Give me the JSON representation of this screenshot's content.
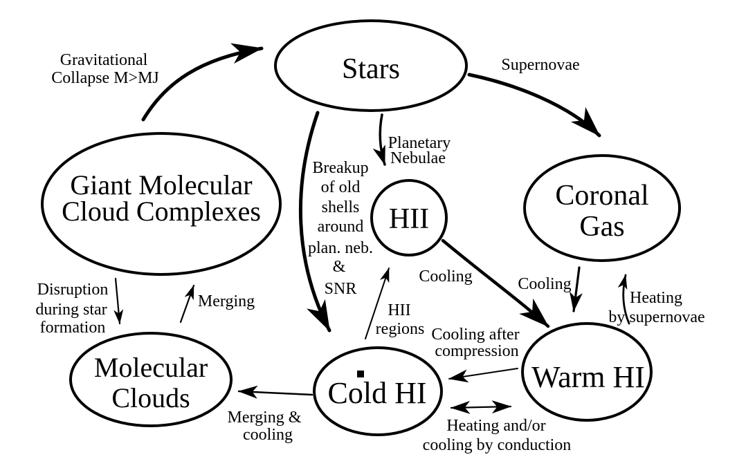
{
  "diagram": {
    "title": "Interstellar medium phase cycle",
    "colors": {
      "ink": "#000000",
      "background": "#ffffff"
    },
    "nodes": {
      "stars": {
        "label": "Stars"
      },
      "gmcc": {
        "line1": "Giant Molecular",
        "line2": "Cloud Complexes"
      },
      "coronal_gas": {
        "line1": "Coronal",
        "line2": "Gas"
      },
      "hii": {
        "label": "HII"
      },
      "molecular_clouds": {
        "line1": "Molecular",
        "line2": "Clouds"
      },
      "cold_hi": {
        "label": "Cold HI"
      },
      "warm_hi": {
        "label": "Warm HI"
      }
    },
    "edges": {
      "gravitational_collapse": {
        "line1": "Gravitational",
        "line2": "Collapse M>MJ"
      },
      "supernovae": {
        "label": "Supernovae"
      },
      "planetary_nebulae": {
        "line1": "Planetary",
        "line2": "Nebulae"
      },
      "breakup": {
        "line1": "Breakup",
        "line2": "of old",
        "line3": "shells",
        "line4": "around",
        "line5": "plan. neb.",
        "line6": "&",
        "line7": "SNR"
      },
      "cooling_hii_to_warm": {
        "label": "Cooling"
      },
      "cooling_coronal_to_warm": {
        "label": "Cooling"
      },
      "heating_by_supernovae": {
        "line1": "Heating",
        "line2": "by supernovae"
      },
      "hii_regions": {
        "line1": "HII",
        "line2": "regions"
      },
      "cooling_after_compression": {
        "line1": "Cooling after",
        "line2": "compression"
      },
      "disruption": {
        "line1": "Disruption",
        "line2": "during star",
        "line3": "formation"
      },
      "merging": {
        "label": "Merging"
      },
      "merging_cooling": {
        "line1": "Merging &",
        "line2": "cooling"
      },
      "conduction": {
        "line1": "Heating and/or",
        "line2": "cooling by conduction"
      }
    }
  }
}
